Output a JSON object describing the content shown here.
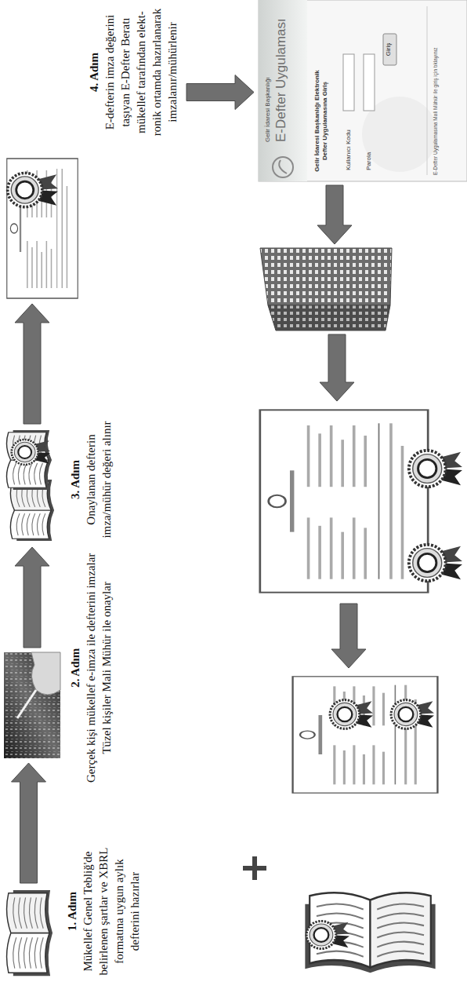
{
  "diagram": {
    "nodes": [
      {
        "text": [
          "1. Adım",
          "Mükellef Genel Tebliğ'de belirlenen şartlar ve XBRL formatına uygun aylık defterini hazırlar"
        ]
      },
      {
        "text": [
          "2. Adım",
          "Gerçek kişi mükellef e-imza ile defterini imzalar",
          "Tüzel kişiler Mali Mühür ile onaylar"
        ]
      },
      {
        "text": [
          "3. Adım",
          "Onaylanan defterin imza/mühür değeri alınır"
        ]
      },
      {
        "text": [
          "4. Adım",
          "E-defterin imza değerini taşıyan E-Defter Beratı mükellef tarafından elekt- ronik ortamda hazırlanarak imzalanır/mühürlenir"
        ]
      },
      {
        "text": [
          "Gelir İdaresi Başkanlığı",
          "E-Defter Uygulaması",
          "Gelir İdaresi Başkanlığı Elektronik Defter Uygulamasına Giriş",
          "Kullanıcı Kodu",
          "Parola",
          "Giriş",
          "E-Defter Uygulamasına Mali Mühür ile giriş için tıklayınız"
        ]
      }
    ],
    "edges": [
      {
        "from": 0,
        "to": 1,
        "arrow": "to"
      },
      {
        "from": 1,
        "to": 2,
        "arrow": "to"
      },
      {
        "from": 2,
        "to": 3,
        "arrow": "to"
      },
      {
        "from": 3,
        "to": 4,
        "arrow": "to"
      }
    ]
  }
}
